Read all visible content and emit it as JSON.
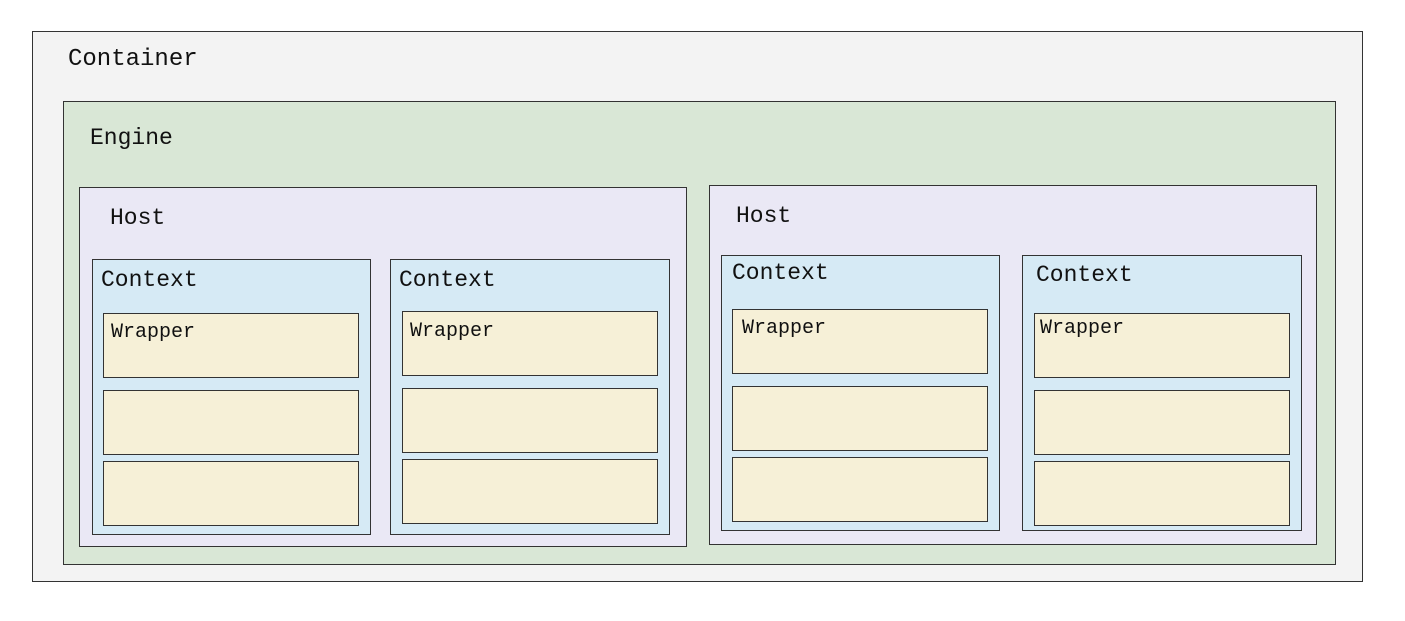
{
  "container": {
    "label": "Container"
  },
  "engine": {
    "label": "Engine"
  },
  "hosts": [
    {
      "label": "Host",
      "contexts": [
        {
          "label": "Context",
          "wrappers": [
            "Wrapper",
            "",
            ""
          ]
        },
        {
          "label": "Context",
          "wrappers": [
            "Wrapper",
            "",
            ""
          ]
        }
      ]
    },
    {
      "label": "Host",
      "contexts": [
        {
          "label": "Context",
          "wrappers": [
            "Wrapper",
            "",
            ""
          ]
        },
        {
          "label": "Context",
          "wrappers": [
            "Wrapper",
            "",
            ""
          ]
        }
      ]
    }
  ],
  "colors": {
    "container_fill": "#f3f3f3",
    "engine_fill": "#d9e7d6",
    "host_fill": "#eae8f5",
    "context_fill": "#d6eaf5",
    "wrapper_fill": "#f6f0d7",
    "border": "#333333"
  }
}
